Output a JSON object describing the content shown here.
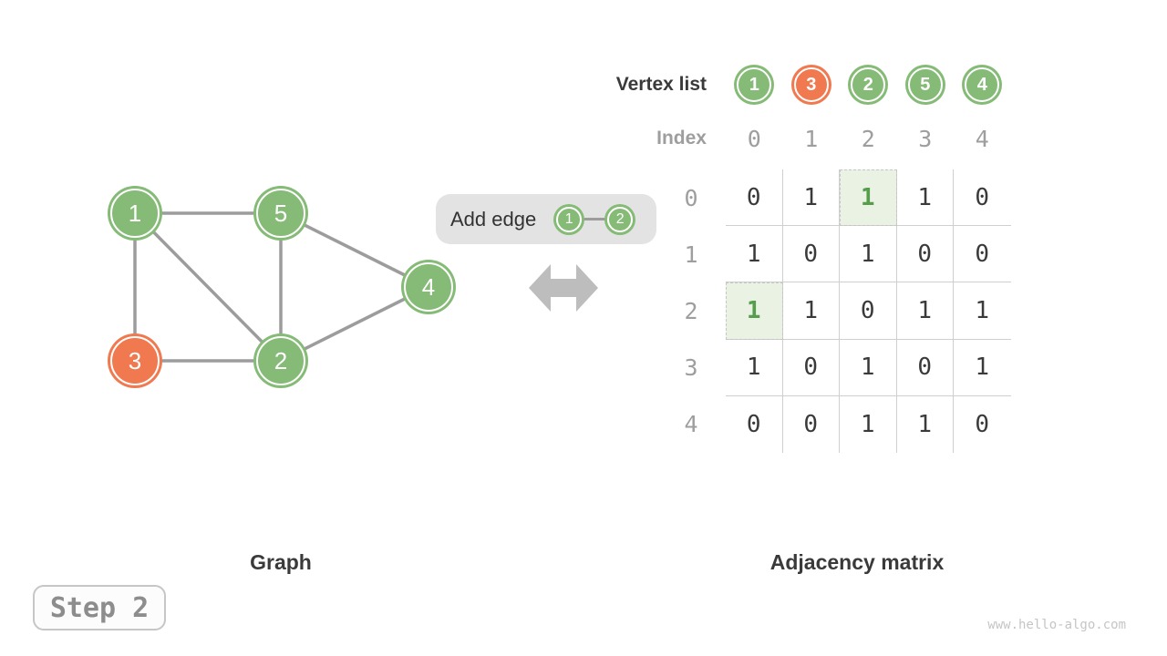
{
  "page": {
    "step_label": "Step 2",
    "watermark": "www.hello-algo.com"
  },
  "left_panel": {
    "title": "Graph",
    "nodes": [
      {
        "id": "1",
        "color": "green"
      },
      {
        "id": "5",
        "color": "green"
      },
      {
        "id": "4",
        "color": "green"
      },
      {
        "id": "3",
        "color": "orange"
      },
      {
        "id": "2",
        "color": "green"
      }
    ],
    "edges": [
      [
        "1",
        "5"
      ],
      [
        "1",
        "3"
      ],
      [
        "1",
        "2"
      ],
      [
        "5",
        "2"
      ],
      [
        "5",
        "4"
      ],
      [
        "2",
        "4"
      ],
      [
        "3",
        "2"
      ]
    ]
  },
  "operation": {
    "label": "Add edge",
    "edge_nodes": [
      "1",
      "2"
    ]
  },
  "right_panel": {
    "title": "Adjacency matrix",
    "vertex_list_label": "Vertex list",
    "index_label": "Index",
    "vertices": [
      {
        "value": "1",
        "color": "green"
      },
      {
        "value": "3",
        "color": "orange"
      },
      {
        "value": "2",
        "color": "green"
      },
      {
        "value": "5",
        "color": "green"
      },
      {
        "value": "4",
        "color": "green"
      }
    ],
    "index_values": [
      "0",
      "1",
      "2",
      "3",
      "4"
    ],
    "row_labels": [
      "0",
      "1",
      "2",
      "3",
      "4"
    ],
    "matrix": [
      [
        0,
        1,
        1,
        1,
        0
      ],
      [
        1,
        0,
        1,
        0,
        0
      ],
      [
        1,
        1,
        0,
        1,
        1
      ],
      [
        1,
        0,
        1,
        0,
        1
      ],
      [
        0,
        0,
        1,
        1,
        0
      ]
    ],
    "highlighted_cells": [
      [
        0,
        2
      ],
      [
        2,
        0
      ]
    ]
  },
  "colors": {
    "green": "#85bb76",
    "orange": "#f0794f",
    "edge_gray": "#9c9c9c",
    "arrow_gray": "#bdbdbd",
    "badge_bg": "#e3e3e3",
    "highlight_bg": "#eaf2e4",
    "highlight_text": "#569e4c",
    "label_gray": "#9e9e9e",
    "grid_line": "#cfcfcf"
  }
}
